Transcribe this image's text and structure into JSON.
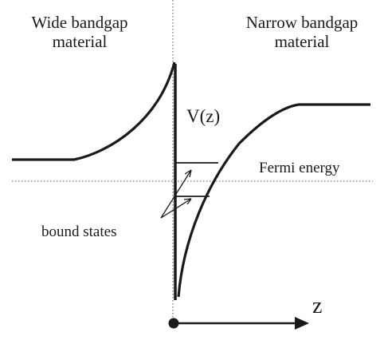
{
  "labels": {
    "left_material": [
      "Wide bandgap",
      "material"
    ],
    "right_material": [
      "Narrow bandgap",
      "material"
    ],
    "potential": "V(z)",
    "fermi": "Fermi energy",
    "bound": "bound states",
    "axis": "z"
  },
  "colors": {
    "line": "#1a1a1a",
    "dotted": "#555555",
    "background": "#ffffff"
  }
}
